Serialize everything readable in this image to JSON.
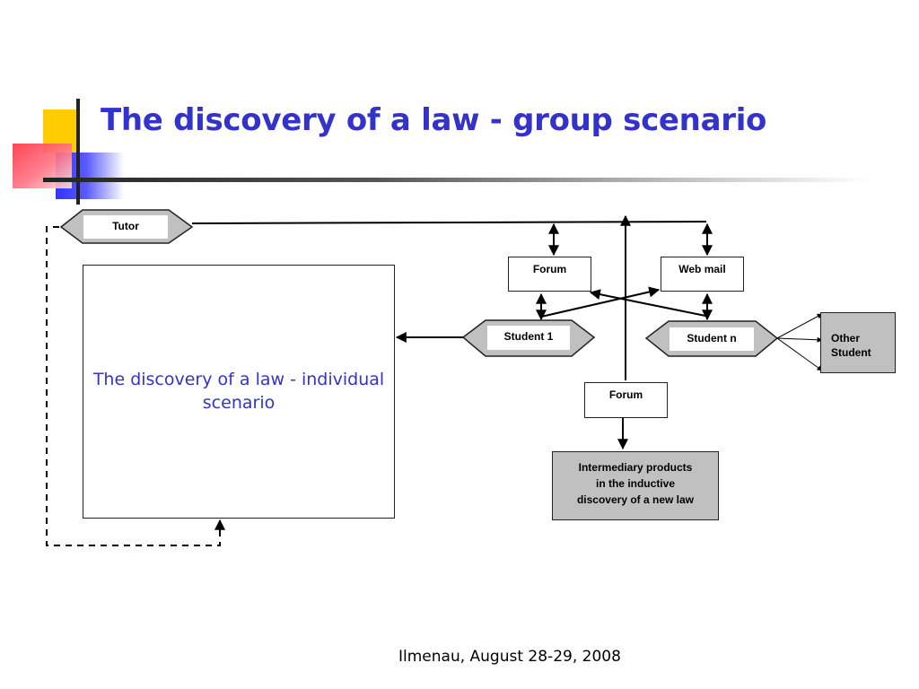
{
  "slide": {
    "title": "The discovery of a law - group scenario",
    "footer": "Ilmenau, August 28-29, 2008"
  },
  "diagram": {
    "tutor": "Tutor",
    "individual_scenario": "The discovery of a law - individual scenario",
    "forum_top": "Forum",
    "web_mail": "Web mail",
    "student_1": "Student 1",
    "student_n": "Student n",
    "other_student_line1": "Other",
    "other_student_line2": "Student",
    "forum_bottom": "Forum",
    "intermediary_line1": "Intermediary products",
    "intermediary_line2": "in the inductive",
    "intermediary_line3": "discovery of a new law"
  },
  "colors": {
    "title": "#3333cc",
    "accent_yellow": "#ffcc00",
    "accent_blue": "#3333ff",
    "accent_red": "#ff5566",
    "grey_box": "#c0c0c0",
    "hexagon_outer": "#c0c0c0"
  }
}
